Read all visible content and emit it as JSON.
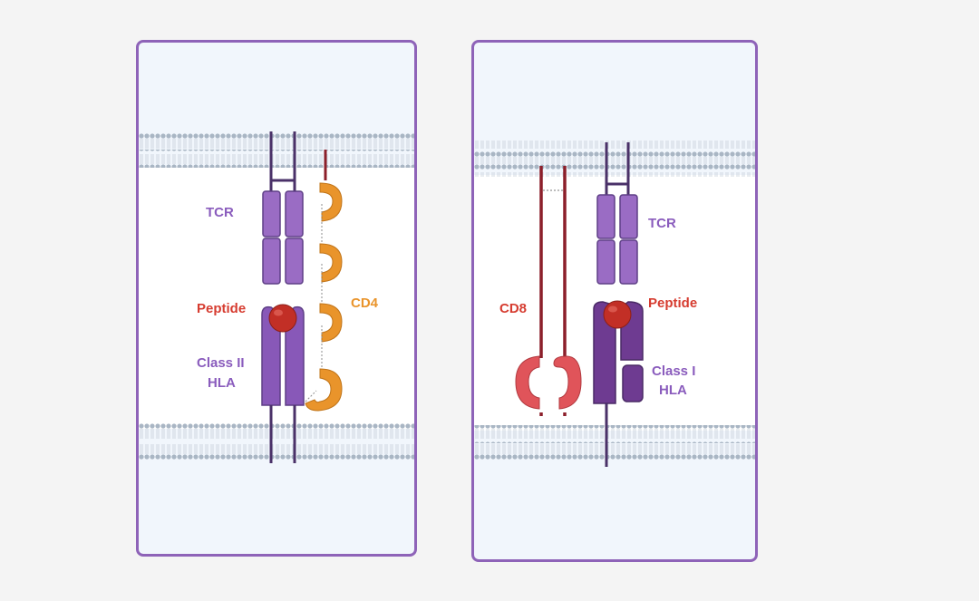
{
  "left_panel": {
    "labels": {
      "tcr": "TCR",
      "peptide": "Peptide",
      "coreceptor": "CD4",
      "hla_line1": "Class II",
      "hla_line2": "HLA"
    }
  },
  "right_panel": {
    "labels": {
      "tcr": "TCR",
      "peptide": "Peptide",
      "coreceptor": "CD8",
      "hla_line1": "Class I",
      "hla_line2": "HLA"
    }
  },
  "colors": {
    "panel_border": "#8e63b8",
    "panel_fill": "#f1f6fc",
    "membrane_bead": "#a9b6c4",
    "tcr_fill": "#9a6cc4",
    "tcr_stroke": "#5e3f86",
    "class2_fill": "#8858b8",
    "class1_fill": "#6e3b91",
    "peptide": "#c22f26",
    "cd4": "#e9942b",
    "cd8_stalk": "#8c1f2a",
    "cd8_head": "#e0545a",
    "stalk": "#4a3168"
  }
}
